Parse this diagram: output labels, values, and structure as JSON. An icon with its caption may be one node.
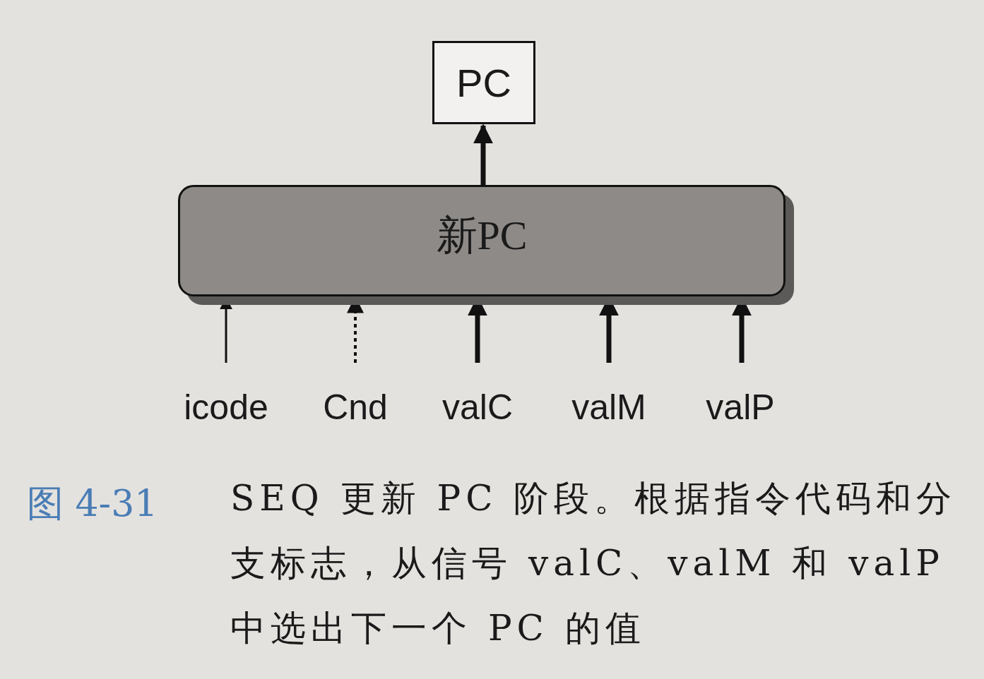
{
  "diagram": {
    "caption": "SEQ 更新 PC 阶段。根据指令代码和分支标志，从信号 valC、valM 和 valP 中选出下一个 PC 的值",
    "nodes": [
      {
        "text": [
          "PC"
        ]
      },
      {
        "text": [
          "新PC"
        ]
      },
      {
        "text": [
          "icode"
        ]
      },
      {
        "text": [
          "Cnd"
        ]
      },
      {
        "text": [
          "valC"
        ]
      },
      {
        "text": [
          "valM"
        ]
      },
      {
        "text": [
          "valP"
        ]
      }
    ],
    "edges": [
      {
        "from": 1,
        "to": 0,
        "arrow": "to"
      },
      {
        "from": 2,
        "to": 1,
        "arrow": "to"
      },
      {
        "from": 3,
        "to": 1,
        "arrow": "to",
        "style": "dashed"
      },
      {
        "from": 4,
        "to": 1,
        "arrow": "to"
      },
      {
        "from": 5,
        "to": 1,
        "arrow": "to"
      },
      {
        "from": 6,
        "to": 1,
        "arrow": "to"
      }
    ],
    "labels": [
      "图 4-31"
    ]
  }
}
